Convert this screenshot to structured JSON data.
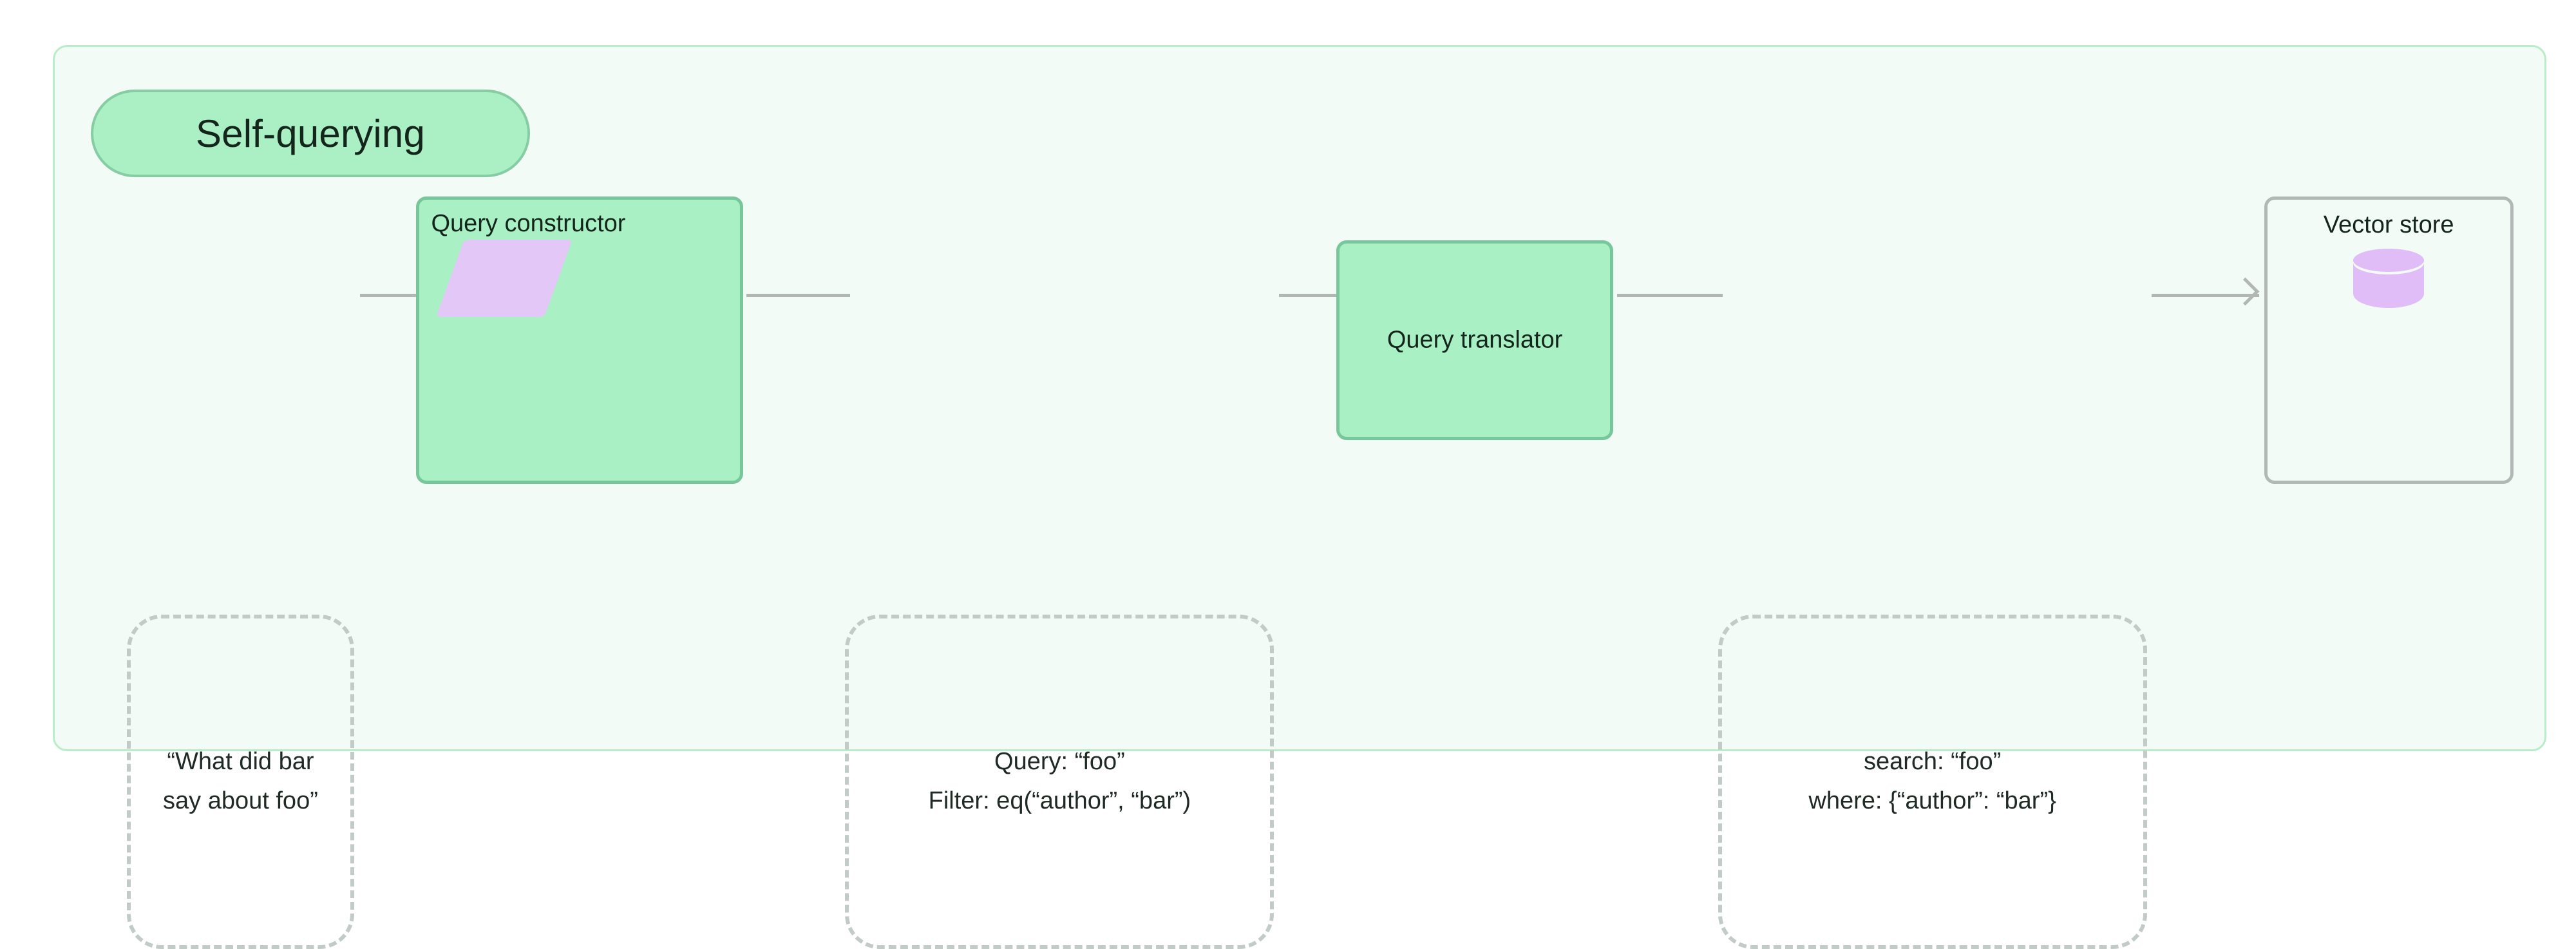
{
  "diagram": {
    "title": "Self-querying",
    "nodes": [
      {
        "id": "user-question",
        "kind": "dashed",
        "lines": [
          "“What did bar",
          "say about foo”"
        ]
      },
      {
        "id": "query-constructor",
        "kind": "green-box",
        "title": "Query constructor",
        "icon": "parallelogram-icon"
      },
      {
        "id": "structured-query",
        "kind": "dashed",
        "lines": [
          "Query: “foo”",
          "Filter: eq(“author”, “bar”)"
        ]
      },
      {
        "id": "query-translator",
        "kind": "green-box",
        "title": "Query translator"
      },
      {
        "id": "translated-query",
        "kind": "dashed",
        "lines": [
          "search: “foo”",
          "where: {“author”: “bar”}"
        ]
      },
      {
        "id": "vector-store",
        "kind": "gray-box",
        "title": "Vector store",
        "icon": "database-cylinder-icon"
      }
    ],
    "colors": {
      "container_background": "#f2fbf5",
      "container_border": "#b9ecc9",
      "pill_fill": "#aaf0c4",
      "pill_border": "#86cda3",
      "green_node_fill": "#a9f0c4",
      "green_node_border": "#78c79b",
      "gray_node_border": "#b2b8b5",
      "dashed_border": "#c3cbc7",
      "connector": "#b2b7b4",
      "accent_purple": "#e0bdf6",
      "text": "#14251b"
    }
  }
}
